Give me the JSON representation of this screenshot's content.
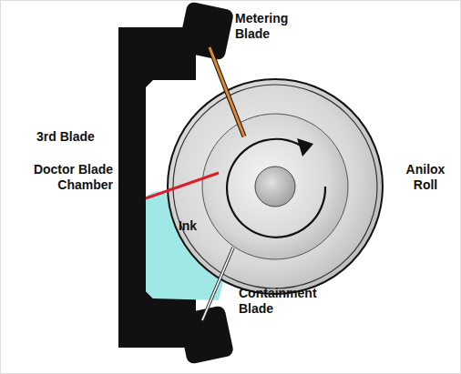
{
  "diagram": {
    "labels": [
      "Metering Blade",
      "3rd Blade",
      "Doctor Blade Chamber",
      "Ink",
      "Anilox Roll",
      "Containment Blade"
    ]
  }
}
